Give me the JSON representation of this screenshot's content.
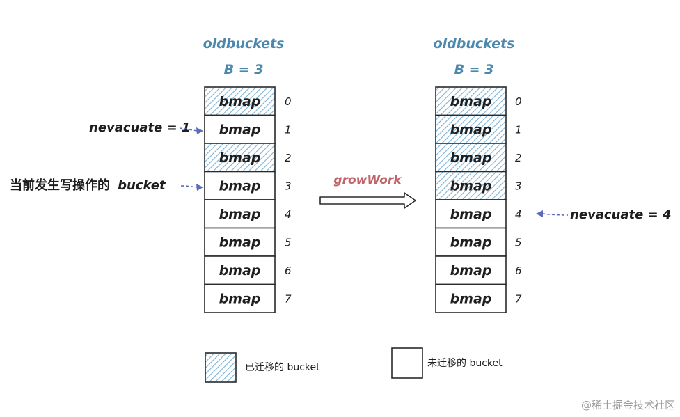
{
  "colors": {
    "migrated_hatch": "#7fb3d3",
    "title": "#4a88ad",
    "arrow_label": "#c0646a",
    "pointer_arrow": "#5b6cb8",
    "outline": "#2a2a2a"
  },
  "left_bucket": {
    "title": "oldbuckets",
    "subtitle": "B = 3",
    "cells": [
      {
        "label": "bmap",
        "index": "0",
        "migrated": true
      },
      {
        "label": "bmap",
        "index": "1",
        "migrated": false
      },
      {
        "label": "bmap",
        "index": "2",
        "migrated": true
      },
      {
        "label": "bmap",
        "index": "3",
        "migrated": false
      },
      {
        "label": "bmap",
        "index": "4",
        "migrated": false
      },
      {
        "label": "bmap",
        "index": "5",
        "migrated": false
      },
      {
        "label": "bmap",
        "index": "6",
        "migrated": false
      },
      {
        "label": "bmap",
        "index": "7",
        "migrated": false
      }
    ]
  },
  "right_bucket": {
    "title": "oldbuckets",
    "subtitle": "B = 3",
    "cells": [
      {
        "label": "bmap",
        "index": "0",
        "migrated": true
      },
      {
        "label": "bmap",
        "index": "1",
        "migrated": true
      },
      {
        "label": "bmap",
        "index": "2",
        "migrated": true
      },
      {
        "label": "bmap",
        "index": "3",
        "migrated": true
      },
      {
        "label": "bmap",
        "index": "4",
        "migrated": false
      },
      {
        "label": "bmap",
        "index": "5",
        "migrated": false
      },
      {
        "label": "bmap",
        "index": "6",
        "migrated": false
      },
      {
        "label": "bmap",
        "index": "7",
        "migrated": false
      }
    ]
  },
  "pointers": {
    "left_nevacuate": "nevacuate = 1",
    "left_write_cjk": "当前发生写操作的",
    "left_write_bucket": "bucket",
    "right_nevacuate": "nevacuate = 4"
  },
  "transition": {
    "label": "growWork"
  },
  "legend": {
    "migrated_label": "已迁移的 bucket",
    "unmigrated_label": "未迁移的 bucket"
  },
  "watermark": "@稀土掘金技术社区"
}
